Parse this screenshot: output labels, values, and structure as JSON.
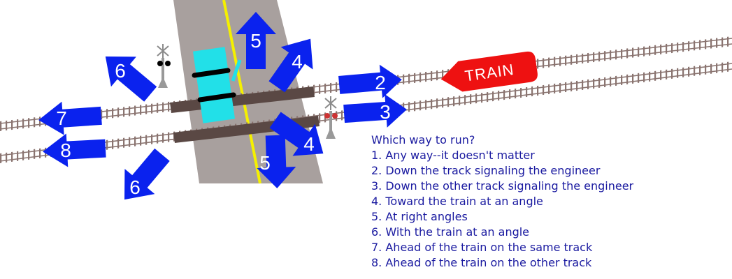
{
  "colors": {
    "road": "#a8a09e",
    "road_line": "#f5f000",
    "rail": "#8a7470",
    "plank": "#5a4844",
    "car": "#22e0e8",
    "arrow": "#0a22ee",
    "train": "#ee1111",
    "legend_text": "#1a1aa0"
  },
  "train": {
    "label": "TRAIN"
  },
  "arrows": [
    {
      "id": "arrow-5-top",
      "label": "5"
    },
    {
      "id": "arrow-4-top",
      "label": "4"
    },
    {
      "id": "arrow-6-top",
      "label": "6"
    },
    {
      "id": "arrow-2",
      "label": "2"
    },
    {
      "id": "arrow-3",
      "label": "3"
    },
    {
      "id": "arrow-7",
      "label": "7"
    },
    {
      "id": "arrow-8",
      "label": "8"
    },
    {
      "id": "arrow-4-bottom",
      "label": "4"
    },
    {
      "id": "arrow-5-bottom",
      "label": "5"
    },
    {
      "id": "arrow-6-bottom",
      "label": "6"
    }
  ],
  "legend": {
    "title": "Which way to run?",
    "items": [
      "1. Any way--it doesn't matter",
      "2. Down the track signaling the engineer",
      "3. Down the other track signaling the engineer",
      "4. Toward the train at an angle",
      "5. At right angles",
      "6. With the train at an angle",
      "7. Ahead of the train on the same track",
      "8. Ahead of the train on the other track"
    ]
  }
}
